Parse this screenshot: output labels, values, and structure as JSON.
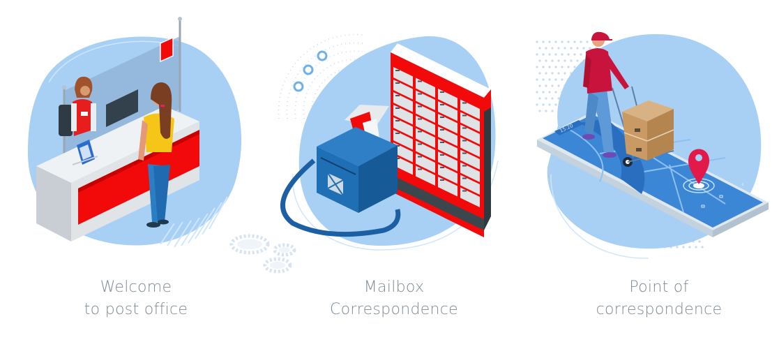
{
  "colors": {
    "blob": "#a8d0f5",
    "blob_outline": "#c9e3fa",
    "red": "#f20a0a",
    "dark_blue": "#1f6fb5",
    "caption": "#7d8b96",
    "box": "#c99a63",
    "pin": "#e3194a"
  },
  "panels": [
    {
      "id": "post-office",
      "caption_line1": "Welcome",
      "caption_line2": "to post office"
    },
    {
      "id": "mailbox",
      "caption_line1": "Mailbox",
      "caption_line2": "Correspondence"
    },
    {
      "id": "delivery",
      "caption_line1": "Point of",
      "caption_line2": "correspondence",
      "phone_time": "15:20"
    }
  ]
}
